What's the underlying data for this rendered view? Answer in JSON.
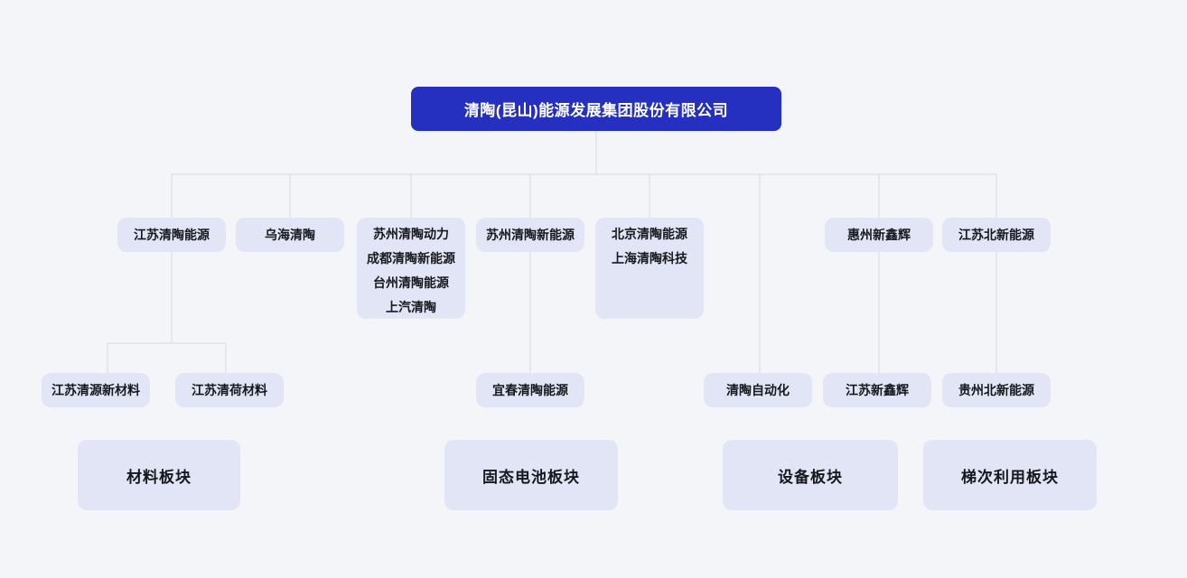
{
  "nodes": {
    "root": {
      "label": "清陶(昆山)能源发展集团股份有限公司"
    },
    "jiangsu_qingtao_energy": {
      "label": "江苏清陶能源"
    },
    "wuhai_qingtao": {
      "label": "乌海清陶"
    },
    "suzhou_power_group": {
      "label": "苏州清陶动力\n成都清陶新能源\n台州清陶能源\n上汽清陶"
    },
    "suzhou_new_energy": {
      "label": "苏州清陶新能源"
    },
    "beijing_shanghai_group": {
      "label": "北京清陶能源\n上海清陶科技"
    },
    "huizhou_xinxinhui": {
      "label": "惠州新鑫辉"
    },
    "jiangsu_beixin_energy": {
      "label": "江苏北新能源"
    },
    "jiangsu_qingyuan_materials": {
      "label": "江苏清源新材料"
    },
    "jiangsu_qinghe_materials": {
      "label": "江苏清荷材料"
    },
    "yichun_qingtao_energy": {
      "label": "宜春清陶能源"
    },
    "qingtao_automation": {
      "label": "清陶自动化"
    },
    "jiangsu_xinxinhui": {
      "label": "江苏新鑫辉"
    },
    "guizhou_beixin_energy": {
      "label": "贵州北新能源"
    }
  },
  "sections": {
    "materials": {
      "label": "材料板块"
    },
    "solid_state_battery": {
      "label": "固态电池板块"
    },
    "equipment": {
      "label": "设备板块"
    },
    "cascade_utilization": {
      "label": "梯次利用板块"
    }
  },
  "colors": {
    "page_bg": "#f4f5f9",
    "root_bg": "#2530c0",
    "root_text": "#ffffff",
    "node_bg": "#e2e5f6",
    "node_text": "#16181d",
    "connector": "#d8d9de"
  }
}
